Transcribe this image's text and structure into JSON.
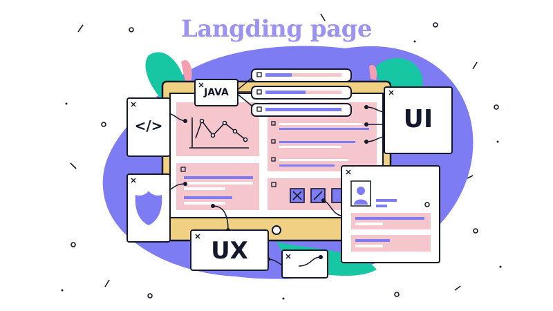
{
  "title": "Langding page",
  "windows": {
    "code_icon": "</>",
    "java_label": "JAVA",
    "ui_label": "UI",
    "ux_label": "UX"
  },
  "icons": [
    "close-icon",
    "code-icon",
    "shield-icon",
    "avatar-icon",
    "line-chart-icon",
    "checkbox-icon"
  ],
  "colors": {
    "accent": "#7d7cf2",
    "teal": "#17c7a3",
    "panel": "#f5c6cc",
    "frame": "#f0d183",
    "outline": "#13182b"
  }
}
